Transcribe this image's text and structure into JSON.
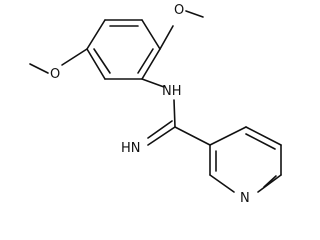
{
  "atom_labels": {
    "o_top": "O",
    "o_left": "O",
    "nh": "NH",
    "imine": "HN",
    "pyridine_n": "N"
  },
  "colors": {
    "ink": "#111111",
    "background": "#ffffff"
  }
}
